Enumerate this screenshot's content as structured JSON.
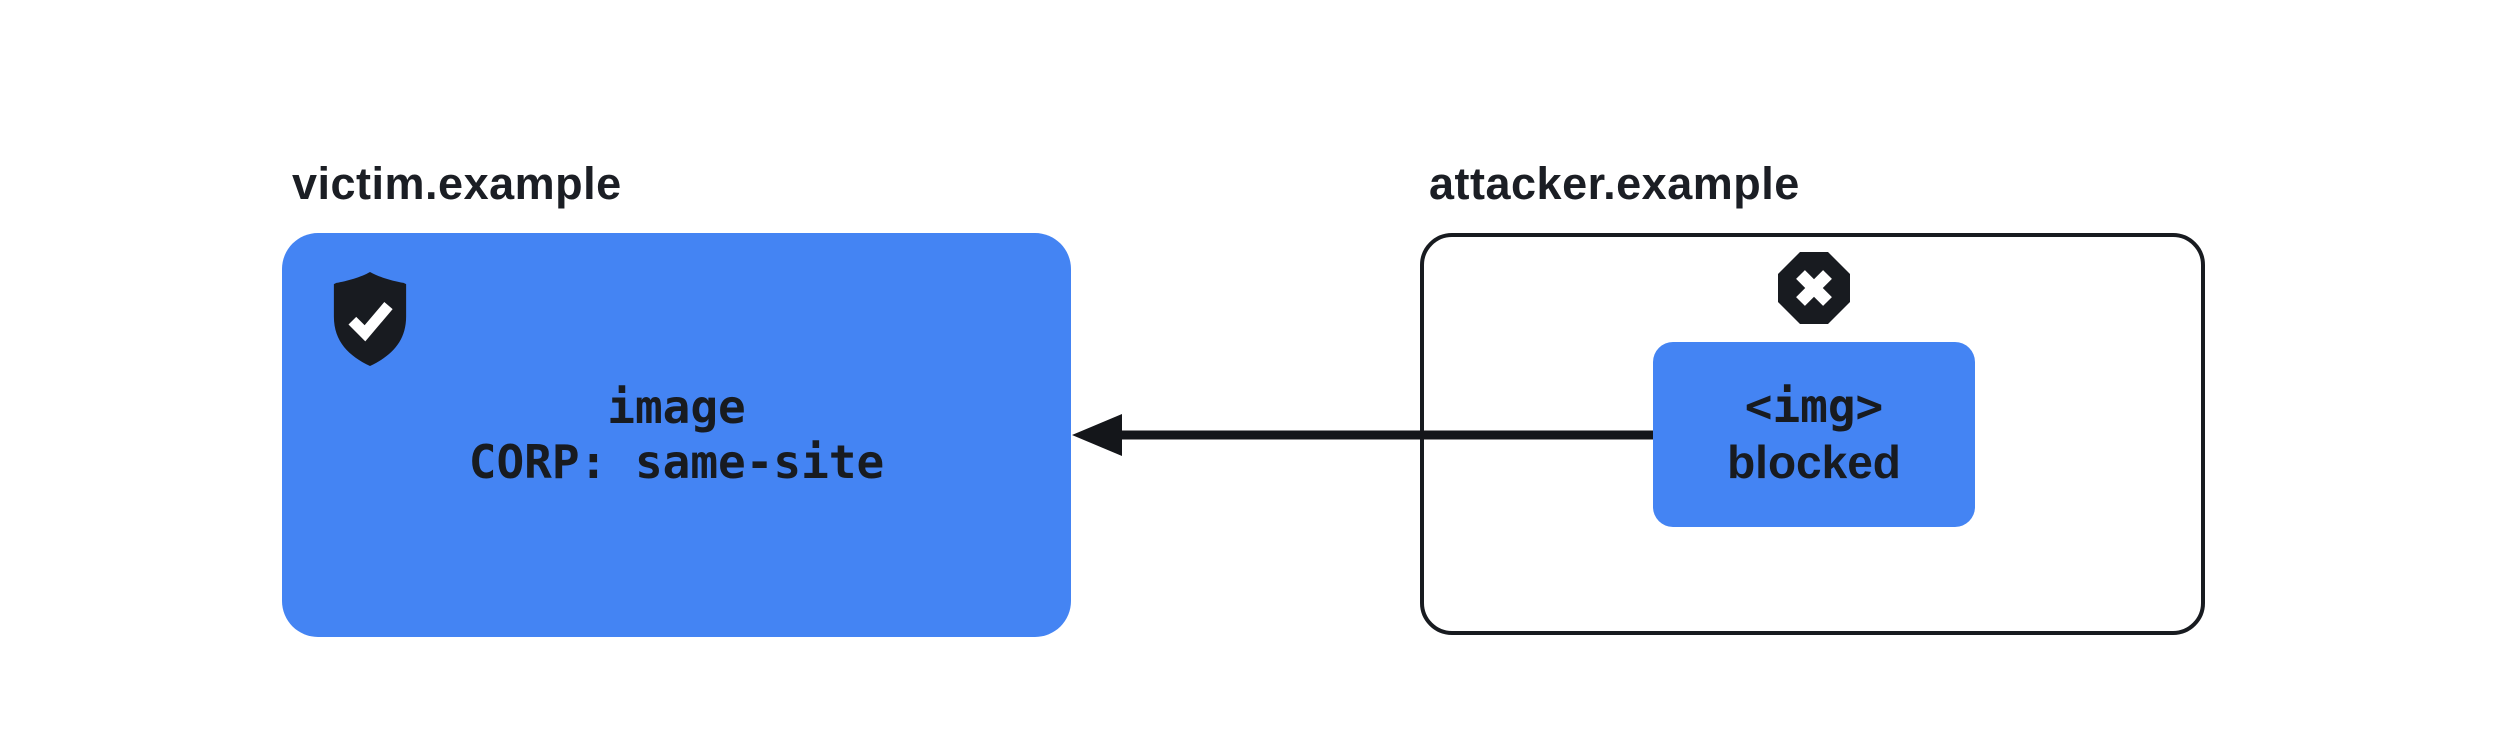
{
  "colors": {
    "blue": "#4484F3",
    "dark": "#181b20",
    "label_text": "#1b1e24",
    "background": "#ffffff"
  },
  "victim": {
    "label": "victim.example",
    "icon": "shield-check-icon",
    "box": {
      "line1": "image",
      "line2": "CORP: same-site"
    }
  },
  "attacker": {
    "label": "attacker.example",
    "icon": "octagon-x-icon",
    "request": {
      "line1": "<img>",
      "line2": "blocked"
    }
  },
  "arrow": {
    "direction": "right-to-left"
  }
}
